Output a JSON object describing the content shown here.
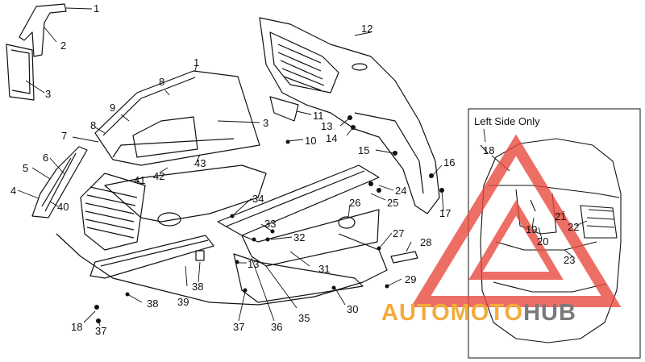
{
  "inset": {
    "title": "Left Side Only"
  },
  "watermark": {
    "text_a": "AUTOMOTO",
    "text_b": "HUB",
    "color_a": "#f3ac3c",
    "color_b": "#7a7a7a",
    "logo_color": "#e8463a"
  },
  "callouts": [
    {
      "id": "c1a",
      "label": "1"
    },
    {
      "id": "c2",
      "label": "2"
    },
    {
      "id": "c3a",
      "label": "3"
    },
    {
      "id": "c1b",
      "label": "1"
    },
    {
      "id": "c8a",
      "label": "8"
    },
    {
      "id": "c9",
      "label": "9"
    },
    {
      "id": "c8b",
      "label": "8"
    },
    {
      "id": "c7",
      "label": "7"
    },
    {
      "id": "c3b",
      "label": "3"
    },
    {
      "id": "c12",
      "label": "12"
    },
    {
      "id": "c11",
      "label": "11"
    },
    {
      "id": "c13a",
      "label": "13"
    },
    {
      "id": "c14",
      "label": "14"
    },
    {
      "id": "c10",
      "label": "10"
    },
    {
      "id": "c15",
      "label": "15"
    },
    {
      "id": "c16",
      "label": "16"
    },
    {
      "id": "c17",
      "label": "17"
    },
    {
      "id": "c24",
      "label": "24"
    },
    {
      "id": "c25",
      "label": "25"
    },
    {
      "id": "c6",
      "label": "6"
    },
    {
      "id": "c5",
      "label": "5"
    },
    {
      "id": "c4",
      "label": "4"
    },
    {
      "id": "c40",
      "label": "40"
    },
    {
      "id": "c41",
      "label": "41"
    },
    {
      "id": "c42",
      "label": "42"
    },
    {
      "id": "c43",
      "label": "43"
    },
    {
      "id": "c34",
      "label": "34"
    },
    {
      "id": "c26",
      "label": "26"
    },
    {
      "id": "c33",
      "label": "33"
    },
    {
      "id": "c32",
      "label": "32"
    },
    {
      "id": "c27",
      "label": "27"
    },
    {
      "id": "c28",
      "label": "28"
    },
    {
      "id": "c31",
      "label": "31"
    },
    {
      "id": "c13b",
      "label": "13"
    },
    {
      "id": "c29",
      "label": "29"
    },
    {
      "id": "c38a",
      "label": "38"
    },
    {
      "id": "c39",
      "label": "39"
    },
    {
      "id": "c38b",
      "label": "38"
    },
    {
      "id": "c35",
      "label": "35"
    },
    {
      "id": "c30",
      "label": "30"
    },
    {
      "id": "c18a",
      "label": "18"
    },
    {
      "id": "c37a",
      "label": "37"
    },
    {
      "id": "c37b",
      "label": "37"
    },
    {
      "id": "c36",
      "label": "36"
    },
    {
      "id": "c18b",
      "label": "18"
    },
    {
      "id": "c21",
      "label": "21"
    },
    {
      "id": "c22",
      "label": "22"
    },
    {
      "id": "c19",
      "label": "19"
    },
    {
      "id": "c20",
      "label": "20"
    },
    {
      "id": "c23",
      "label": "23"
    }
  ]
}
